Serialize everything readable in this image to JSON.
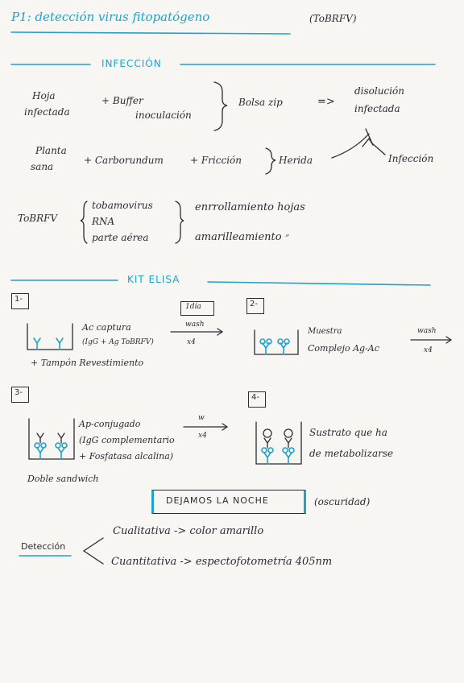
{
  "title": "P1: detección virus fitopatógeno",
  "title_tag": "(ToBRFV)",
  "infeccion": {
    "heading": "INFECCIÓN",
    "row1": {
      "hoja": "Hoja",
      "infectada": "infectada",
      "plus_buffer": "+ Buffer",
      "inoculacion": "inoculación",
      "bolsa": "Bolsa zip",
      "arrow": "=>",
      "disolucion": "disolución",
      "infectada2": "infectada"
    },
    "row2": {
      "planta": "Planta",
      "sana": "sana",
      "carborundum": "+ Carborundum",
      "friccion": "+ Fricción",
      "herida": "Herida",
      "infeccion": "Infección"
    },
    "row3": {
      "name": "ToBRFV",
      "items": [
        "tobamovirus",
        "RNA",
        "parte aérea"
      ],
      "effects": [
        "enrrollamiento hojas",
        "amarilleamiento   ״"
      ]
    }
  },
  "kit": {
    "heading": "KIT ELISA",
    "step1": {
      "num": "1-",
      "badge": "1día",
      "line1": "Ac captura",
      "line2": "(IgG + Ag ToBRFV)",
      "wash": "wash",
      "x4": "x4",
      "tampon": "+ Tampón  Revestimiento"
    },
    "step2": {
      "num": "2-",
      "line1": "Muestra",
      "line2": "Complejo Ag-Ac",
      "wash": "wash",
      "x4": "x4"
    },
    "step3": {
      "num": "3-",
      "line1": "Ap-conjugado",
      "line2": "(IgG complementario",
      "line3": "+ Fosfatasa alcalina)",
      "wash": "w",
      "x4": "x4",
      "doble": "Doble sandwich"
    },
    "step4": {
      "num": "4-",
      "line1": "Sustrato que ha",
      "line2": "de metabolizarse"
    },
    "noche": "DEJAMOS LA NOCHE",
    "oscuridad": "(oscuridad)"
  },
  "deteccion": {
    "label": "Detección",
    "cualitativa": "Cualitativa -> color amarillo",
    "cuantitativa": "Cuantitativa -> espectofotometría 405nm"
  }
}
